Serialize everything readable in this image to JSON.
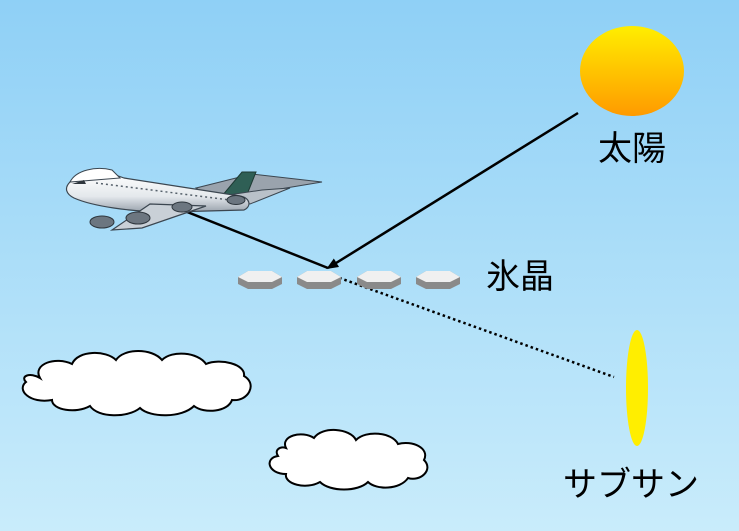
{
  "labels": {
    "sun": "太陽",
    "ice_crystals": "氷晶",
    "subsun": "サブサン"
  },
  "colors": {
    "sky_top": "#8fd0f6",
    "sky_bottom": "#c9ecfb",
    "sun_top": "#ffee00",
    "sun_bottom": "#ff9a00",
    "subsun": "#ffee00",
    "ray": "#000000",
    "cloud_fill": "#ffffff",
    "cloud_stroke": "#000000",
    "crystal_top": "#f0f0f0",
    "crystal_side": "#8a8a8a"
  },
  "icons": {
    "aircraft": "airplane-icon",
    "sun": "sun-icon",
    "subsun": "subsun-icon",
    "crystal": "ice-crystal-icon",
    "cloud": "cloud-icon"
  }
}
